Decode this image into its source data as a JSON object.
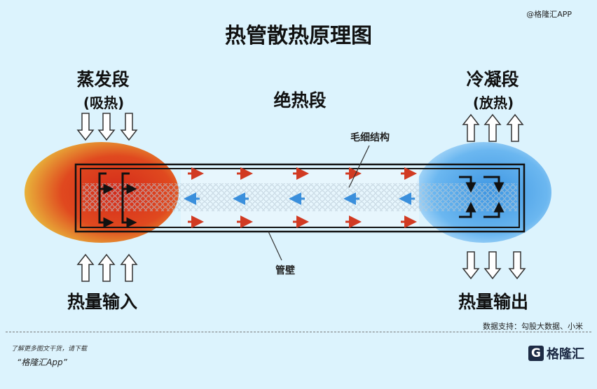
{
  "title": "热管散热原理图",
  "watermark": "@格隆汇APP",
  "left": {
    "section": "蒸发段",
    "sub": "(吸热)",
    "bottom": "热量输入"
  },
  "middle": {
    "section": "绝热段",
    "capillary_label": "毛细结构",
    "wall_label": "管壁"
  },
  "right": {
    "section": "冷凝段",
    "sub": "(放热)",
    "bottom": "热量输出"
  },
  "source": "数据支持：勾股大数据、小米",
  "footer": {
    "promo_line": "了解更多图文干货，请下载",
    "app_name": "“格隆汇App”",
    "logo_text": "格隆汇",
    "logo_letter": "G"
  },
  "colors": {
    "hot": "#d63a1e",
    "cold": "#3d9ae0",
    "background": "#dcf3fd"
  }
}
